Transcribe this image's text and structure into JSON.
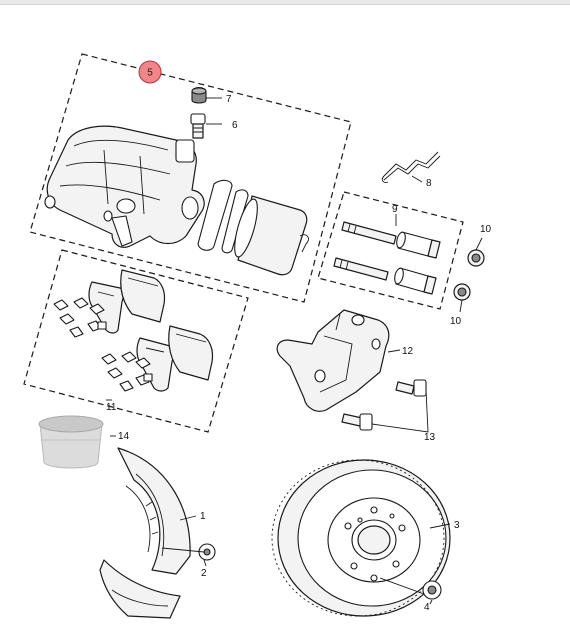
{
  "diagram": {
    "accent_badge_color": "#f0868a",
    "callouts": {
      "group_badge": "5",
      "disc_fastener": "4",
      "disc": "3",
      "dust_shield": "1",
      "shield_bolt": "2",
      "piston_bolt": "6",
      "bleed_cap": "7",
      "spring_clip": "8",
      "guide_pin_kit": "9",
      "bushing_top": "10",
      "bushing_bottom": "10",
      "pad_set": "11",
      "carrier": "12",
      "carrier_bolts": "13",
      "grease_tub": "14"
    }
  }
}
